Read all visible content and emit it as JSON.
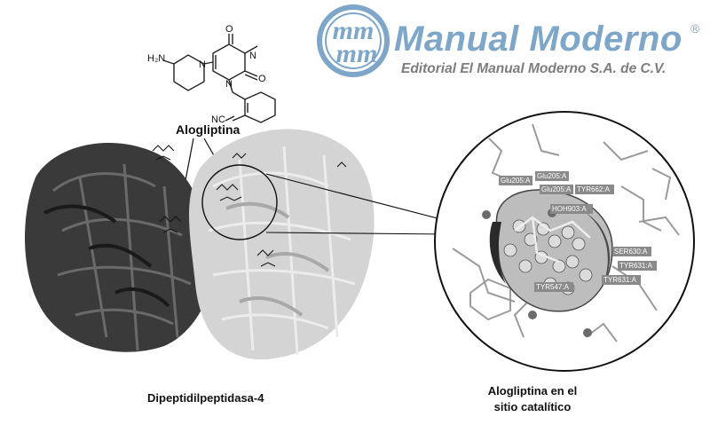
{
  "brand": {
    "logo_letters": "mm",
    "title": "Manual Moderno",
    "registered": "®",
    "subtitle": "Editorial El Manual Moderno S.A. de C.V.",
    "accent_color": "#7ea6c9"
  },
  "molecule": {
    "name": "Alogliptina",
    "atoms": {
      "amine": "H₂N",
      "n_ring": "N",
      "n_methyl": "N",
      "n_benzyl": "N",
      "o_top": "O",
      "o_right": "O",
      "nitrile": "NC"
    }
  },
  "labels": {
    "protein": "Dipeptidilpeptidasa-4",
    "site_line1": "Alogliptina en el",
    "site_line2": "sitio  catalítico"
  },
  "residues": [
    "Glu205:A",
    "Glu205:A",
    "Glu205:A",
    "TYR662:A",
    "HOH903:A",
    "SER630:A",
    "TYR631:A",
    "TYR631:A",
    "TYR547:A"
  ],
  "colors": {
    "protein_dark": "#3a3a3a",
    "protein_light": "#d4d4d4",
    "label_box": "#8a8a8a"
  }
}
